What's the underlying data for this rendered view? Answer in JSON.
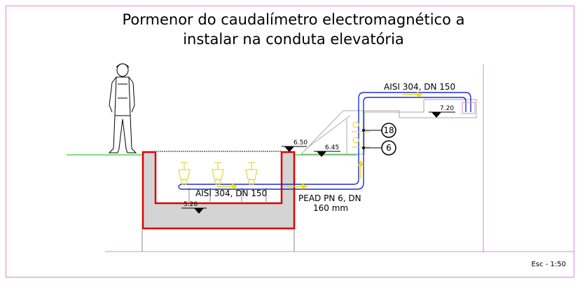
{
  "title": {
    "line1": "Pormenor do caudalímetro electromagnético a",
    "line2": "instalar na conduta elevatória"
  },
  "labels": {
    "upper_pipe": "AISI 304, DN 150",
    "lower_pipe": "AISI 304, DN 150",
    "pead_line1": "PEAD PN 6, DN",
    "pead_line2": "160 mm",
    "scale": "Esc - 1:50"
  },
  "elevations": {
    "top_right": "7.20",
    "ground_left": "6.50",
    "ground_right": "6.45",
    "chamber_floor": "5.26"
  },
  "callouts": {
    "upper": "18",
    "lower": "6"
  },
  "colors": {
    "frame": "#d98ad9",
    "chamber": "#e00000",
    "concrete": "#d4d4d4",
    "pipe": "#1f2fd0",
    "ground": "#33cc33",
    "valve": "#e8d84a",
    "flow_arrow": "#f0e000"
  }
}
